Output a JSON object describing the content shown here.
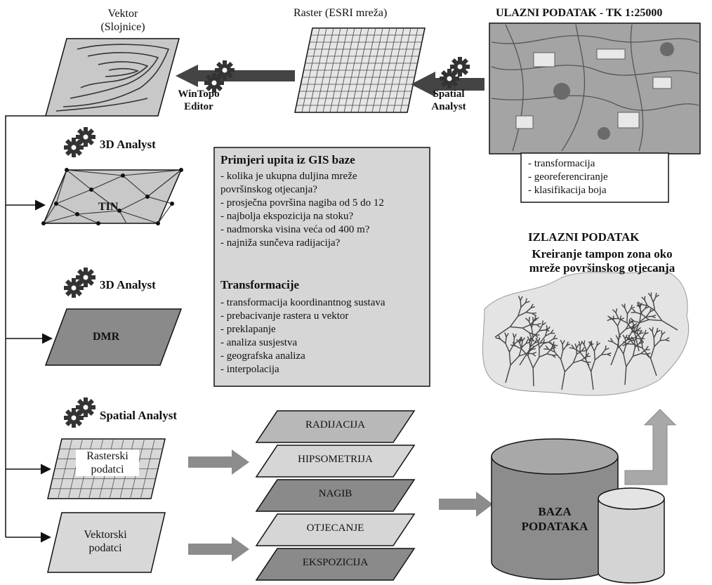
{
  "colors": {
    "panel_gray": "#d6d6d6",
    "dark_gray": "#7c7c7c",
    "mid_gray": "#b6b6b6",
    "map_gray": "#8f8f8f",
    "line": "#111111"
  },
  "top": {
    "vector_title": "Vektor",
    "vector_subtitle": "(Slojnice)",
    "raster_title": "Raster (ESRI mreža)",
    "input_title": "ULAZNI PODATAK - TK 1:25000",
    "wintopo_label_1": "WinTopo",
    "wintopo_label_2": "Editor",
    "spatial_label_1": "Spatial",
    "spatial_label_2": "Analyst"
  },
  "input_steps": [
    "- transformacija",
    "- georeferenciranje",
    "- klasifikacija boja"
  ],
  "output": {
    "title": "IZLAZNI PODATAK",
    "subtitle_1": "Kreiranje tampon zona oko",
    "subtitle_2": "mreže površinskog otjecanja"
  },
  "tools": {
    "analyst_1": "3D Analyst",
    "analyst_2": "3D Analyst",
    "analyst_3": "Spatial Analyst"
  },
  "layers": {
    "tin": "TIN",
    "dmr": "DMR",
    "raster_1": "Rasterski",
    "raster_2": "podatci",
    "vector_1": "Vektorski",
    "vector_2": "podatci"
  },
  "queries": {
    "title": "Primjeri upita iz GIS baze",
    "items": [
      "- kolika je ukupna duljina mreže",
      "površinskog otjecanja?",
      "- prosječna površina nagiba od 5 do 12",
      "- najbolja ekspozicija na stoku?",
      "- nadmorska visina veća od 400 m?",
      "- najniža sunčeva radijacija?"
    ]
  },
  "transformations": {
    "title": "Transformacije",
    "items": [
      "- transformacija koordinantnog sustava",
      "- prebacivanje rastera u vektor",
      "- preklapanje",
      "- analiza susjestva",
      "- geografska analiza",
      "- interpolacija"
    ]
  },
  "products": [
    "RADIJACIJA",
    "HIPSOMETRIJA",
    "NAGIB",
    "OTJECANJE",
    "EKSPOZICIJA"
  ],
  "database": {
    "line_1": "BAZA",
    "line_2": "PODATAKA"
  }
}
